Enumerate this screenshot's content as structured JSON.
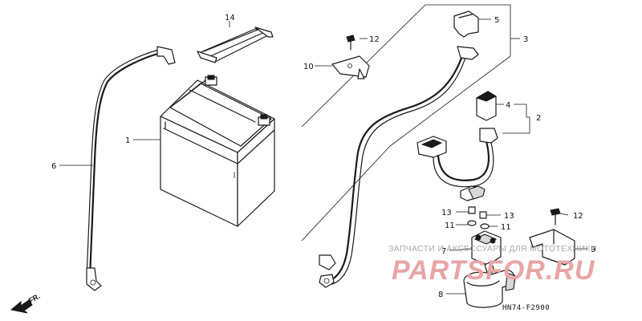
{
  "callouts": {
    "c1": "1",
    "c2": "2",
    "c3": "3",
    "c4": "4",
    "c5": "5",
    "c6": "6",
    "c7": "7",
    "c8": "8",
    "c9": "9",
    "c10": "10",
    "c11a": "11",
    "c11b": "11",
    "c12a": "12",
    "c12b": "12",
    "c13a": "13",
    "c13b": "13",
    "c14": "14"
  },
  "front_marker": "FR.",
  "diagram_code": "HN74-F2900",
  "watermark": {
    "top_text": "ЗАПЧАСТИ И АКСЕССУАРЫ ДЛЯ МОТОТЕХНИКИ",
    "brand": "PARTSFOR.RU"
  },
  "colors": {
    "line": "#1a1a1a",
    "watermark_brand": "#e9a5a5",
    "watermark_text": "#a9a9a9"
  }
}
